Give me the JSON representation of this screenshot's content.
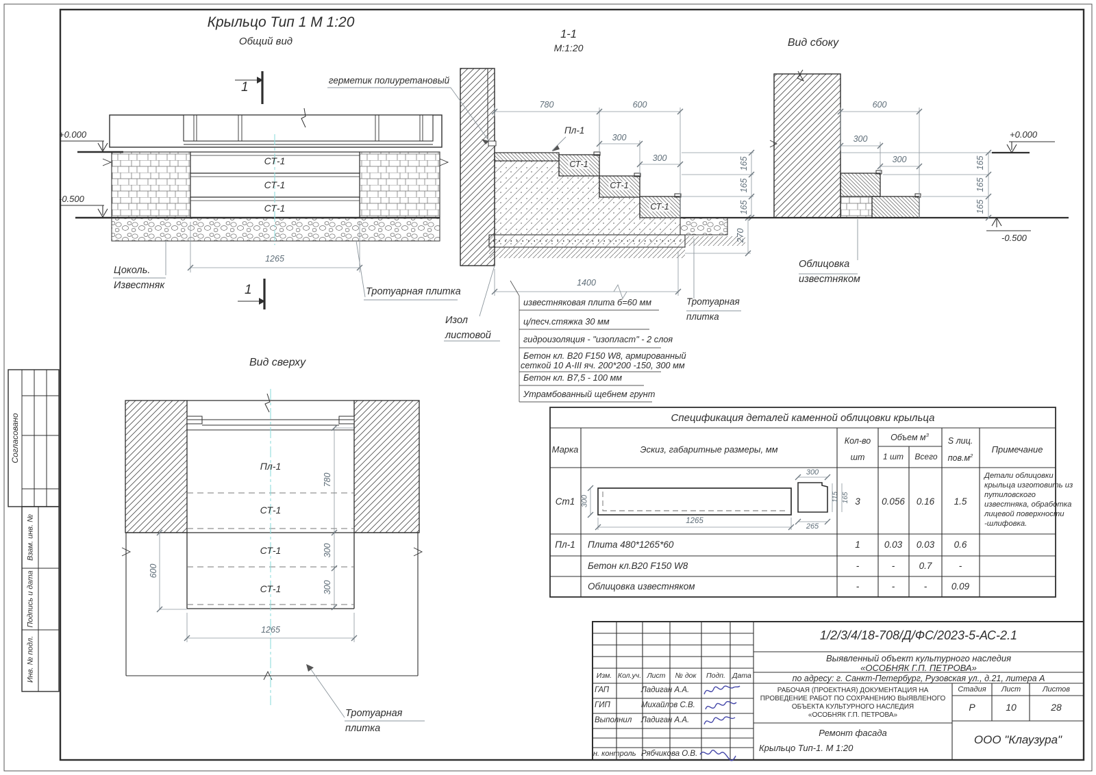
{
  "sheet": {
    "title": "Крыльцо Тип 1  М 1:20",
    "subtitle": "Общий вид"
  },
  "fv": {
    "section_no": "1",
    "level_top": "+0.000",
    "level_bottom": "-0.500",
    "st1": "СТ-1",
    "dim_1265": "1265",
    "plinth1": "Цоколь.",
    "plinth2": "Известняк",
    "paving": "Тротуарная плитка"
  },
  "sv": {
    "title": "1-1",
    "scale": "М:1:20",
    "sealant": "герметик полиуретановый",
    "pl1": "Пл-1",
    "st1": "СТ-1",
    "d780": "780",
    "d600": "600",
    "d300": "300",
    "d165": "165",
    "d270": "270",
    "d1400": "1400",
    "izol1": "Изол",
    "izol2": "листовой",
    "paving1": "Тротуарная",
    "paving2": "плитка",
    "notes": [
      "известняковая плита б=60 мм",
      "ц/песч.стяжка 30 мм",
      "гидроизоляция - \"изопласт\" - 2 слоя",
      "Бетон кл. В20 F150 W8, армированный",
      "сеткой 10 А-III яч. 200*200 -150, 300 мм",
      "Бетон кл. В7,5 - 100 мм",
      "Утрамбованный щебнем грунт"
    ]
  },
  "sd": {
    "title": "Вид сбоку",
    "d600": "600",
    "d300": "300",
    "d165": "165",
    "level_top": "+0.000",
    "level_bottom": "-0.500",
    "clad1": "Облицовка",
    "clad2": "известняком"
  },
  "tv": {
    "title": "Вид сверху",
    "pl1": "Пл-1",
    "st1": "СТ-1",
    "d780": "780",
    "d300": "300",
    "d600": "600",
    "d1265": "1265",
    "paving1": "Тротуарная",
    "paving2": "плитка"
  },
  "st": {
    "title": "Спецификация деталей каменной облицовки крыльца",
    "col_marka": "Марка",
    "col_sketch": "Эскиз, габаритные размеры, мм",
    "col_qty1": "Кол-во",
    "col_qty2": "шт",
    "col_vol": "Объем м",
    "col_vol_sup": "3",
    "col_v1": "1 шт",
    "col_vall": "Всего",
    "col_s1": "S лиц.",
    "col_s2": "пов.м",
    "col_s_sup": "2",
    "col_note": "Примечание",
    "sk_300a": "300",
    "sk_1265": "1265",
    "sk_300b": "300",
    "sk_115": "115",
    "sk_165": "165",
    "sk_265": "265",
    "rows": [
      {
        "marka": "Ст1",
        "desc": "",
        "qty": "3",
        "v1": "0.056",
        "vall": "0.16",
        "s": "1.5"
      },
      {
        "marka": "Пл-1",
        "desc": "Плита 480*1265*60",
        "qty": "1",
        "v1": "0.03",
        "vall": "0.03",
        "s": "0.6"
      },
      {
        "marka": "",
        "desc": "Бетон кл.В20 F150 W8",
        "qty": "-",
        "v1": "-",
        "vall": "0.7",
        "s": "-"
      },
      {
        "marka": "",
        "desc": "Облицовка  известняком",
        "qty": "-",
        "v1": "-",
        "vall": "-",
        "s": "0.09"
      }
    ],
    "note_lines": [
      "Детали облицовки",
      "крыльца изготовить из",
      "путиловского",
      "известняка, обработка",
      "лицевой поверхности",
      "-шлифовка."
    ]
  },
  "tb": {
    "doc_number": "1/2/3/4/18-708/Д/ФС/2023-5-АС-2.1",
    "obj1": "Выявленный объект культурного наследия",
    "obj2": "«ОСОБНЯК Г.П. ПЕТРОВА»",
    "address": "по адресу: г. Санкт-Петербург, Рузовская ул., д.21, литера А",
    "h_izm": "Изм.",
    "h_koluch": "Кол.уч.",
    "h_list": "Лист",
    "h_ndok": "№ док",
    "h_podp": "Подп.",
    "h_data": "Дата",
    "r1_role": "ГАП",
    "r1_name": "Ладиган А.А.",
    "r2_role": "ГИП",
    "r2_name": "Михайлов С.В.",
    "r3_role": "Выполнил",
    "r3_name": "Ладиган А.А.",
    "r4_role": "н. контроль",
    "r4_name": "Рябчикова О.В.",
    "doc_text": [
      "РАБОЧАЯ (ПРОЕКТНАЯ) ДОКУМЕНТАЦИЯ НА",
      "ПРОВЕДЕНИЕ РАБОТ ПО СОХРАНЕНИЮ ВЫЯВЛЕНОГО",
      "ОБЪЕКТА КУЛЬТУРНОГО НАСЛЕДИЯ",
      "«ОСОБНЯК Г.П. ПЕТРОВА»"
    ],
    "stage_label": "Стадия",
    "sheet_label": "Лист",
    "sheets_label": "Листов",
    "stage": "Р",
    "sheet_no": "10",
    "sheets_total": "28",
    "work1": "Ремонт фасада",
    "work2": "Крыльцо Тип-1.  М 1:20",
    "company": "ООО \"Клаузура\""
  },
  "sb": {
    "soglasovano": "Согласовано",
    "vzam": "Взам. инв. №",
    "podpis": "Подпись и дата",
    "inv": "Инв. № подл."
  }
}
